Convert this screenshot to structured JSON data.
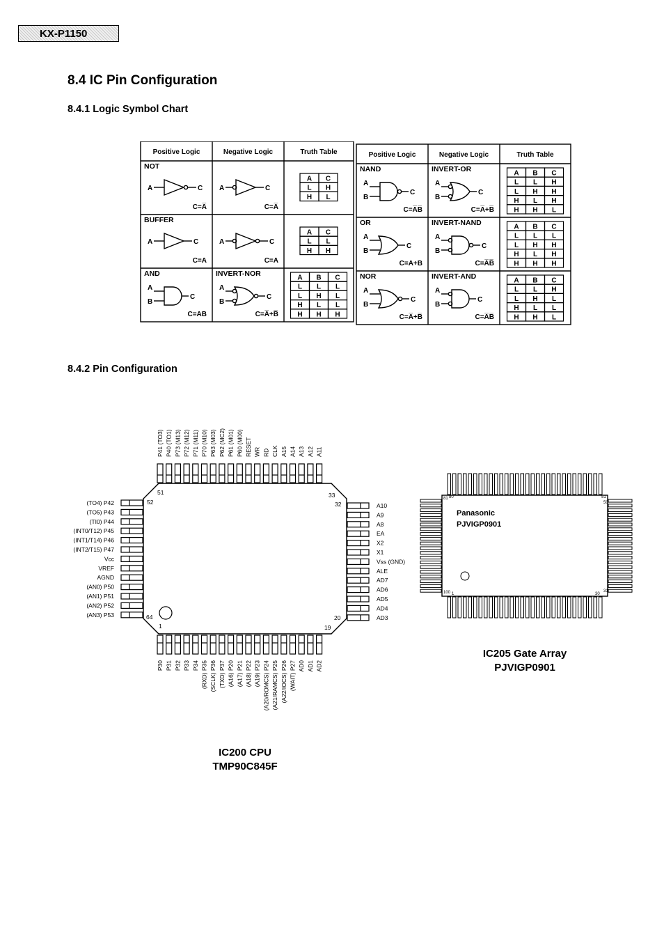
{
  "header": {
    "model": "KX-P1150"
  },
  "section": {
    "title": "8.4  IC Pin Configuration"
  },
  "logic_chart": {
    "title": "8.4.1  Logic Symbol Chart",
    "col_positive": "Positive Logic",
    "col_negative": "Negative Logic",
    "col_truth": "Truth Table",
    "tt_h_A": "A",
    "tt_h_B": "B",
    "tt_h_C": "C",
    "rows": {
      "not": {
        "pos": "NOT",
        "neg": "",
        "pos_eq": "C=A̅",
        "neg_eq": "C=A̅",
        "tt": [
          [
            "L",
            "H"
          ],
          [
            "H",
            "L"
          ]
        ]
      },
      "buffer": {
        "pos": "BUFFER",
        "neg": "",
        "pos_eq": "C=A",
        "neg_eq": "C=A",
        "tt": [
          [
            "L",
            "L"
          ],
          [
            "H",
            "H"
          ]
        ]
      },
      "and": {
        "pos": "AND",
        "neg": "INVERT-NOR",
        "pos_eq": "C=AB",
        "neg_eq": "C=A̅+B̅",
        "tt": [
          [
            "L",
            "L",
            "L"
          ],
          [
            "L",
            "H",
            "L"
          ],
          [
            "H",
            "L",
            "L"
          ],
          [
            "H",
            "H",
            "H"
          ]
        ]
      },
      "nand": {
        "pos": "NAND",
        "neg": "INVERT-OR",
        "pos_eq": "C=A̅B̅",
        "neg_eq": "C=A̅+B̅",
        "tt": [
          [
            "L",
            "L",
            "H"
          ],
          [
            "L",
            "H",
            "H"
          ],
          [
            "H",
            "L",
            "H"
          ],
          [
            "H",
            "H",
            "L"
          ]
        ]
      },
      "or": {
        "pos": "OR",
        "neg": "INVERT-NAND",
        "pos_eq": "C=A+B",
        "neg_eq": "C=A̅B̅",
        "tt": [
          [
            "L",
            "L",
            "L"
          ],
          [
            "L",
            "H",
            "H"
          ],
          [
            "H",
            "L",
            "H"
          ],
          [
            "H",
            "H",
            "H"
          ]
        ]
      },
      "nor": {
        "pos": "NOR",
        "neg": "INVERT-AND",
        "pos_eq": "C=A̅+B̅",
        "neg_eq": "C=A̅B̅",
        "tt": [
          [
            "L",
            "L",
            "H"
          ],
          [
            "L",
            "H",
            "L"
          ],
          [
            "H",
            "L",
            "L"
          ],
          [
            "H",
            "H",
            "L"
          ]
        ]
      }
    },
    "pin_A": "A",
    "pin_B": "B",
    "pin_C": "C"
  },
  "pin_config": {
    "title": "8.4.2  Pin Configuration",
    "cpu": {
      "name": "IC200 CPU",
      "part": "TMP90C845F",
      "top_pins": [
        "P41 (TO3)",
        "P40 (TO1)",
        "P73 (M13)",
        "P72 (M12)",
        "P71 (M11)",
        "P70 (M10)",
        "P63 (M03)",
        "P62 (MC2)",
        "P61 (M01)",
        "P60 (M00)",
        "RESET",
        "WR",
        "RD",
        "CLK",
        "A15",
        "A14",
        "A13",
        "A12",
        "A11"
      ],
      "left_pins": [
        "(TO4) P42",
        "(TO5) P43",
        "(TI0) P44",
        "(INT0/T12) P45",
        "(INT1/T14) P46",
        "(INT2/T15) P47",
        "Vcc",
        "VREF",
        "AGND",
        "(AN0) P50",
        "(AN1) P51",
        "(AN2) P52",
        "(AN3) P53"
      ],
      "right_pins": [
        "A10",
        "A9",
        "A8",
        "EA",
        "X2",
        "X1",
        "Vss (GND)",
        "ALE",
        "AD7",
        "AD6",
        "AD5",
        "AD4",
        "AD3"
      ],
      "bottom_pins": [
        "P30",
        "P31",
        "P32",
        "P33",
        "P34",
        "(RXD) P35",
        "(SCLK) P36",
        "(TXD) P37",
        "(A16) P20",
        "(A17) P21",
        "(A18) P22",
        "(A19) P23",
        "(A20/ROMCS) P24",
        "(A21/RAMCS) P25",
        "(A22/IOCS) P26",
        "(WAIT) P27",
        "AD0",
        "AD1",
        "AD2"
      ],
      "num_51": "51",
      "num_52": "52",
      "num_33": "33",
      "num_32": "32",
      "num_64": "64",
      "num_1": "1",
      "num_20": "20",
      "num_19": "19"
    },
    "gate": {
      "name": "IC205 Gate Array",
      "part": "PJVIGP0901",
      "chip_brand": "Panasonic",
      "chip_part": "PJVIGP0901",
      "num_81": "81",
      "num_80": "80",
      "num_51": "51",
      "num_50": "50",
      "num_100": "100",
      "num_1": "1",
      "num_30": "30",
      "num_31": "31"
    }
  }
}
